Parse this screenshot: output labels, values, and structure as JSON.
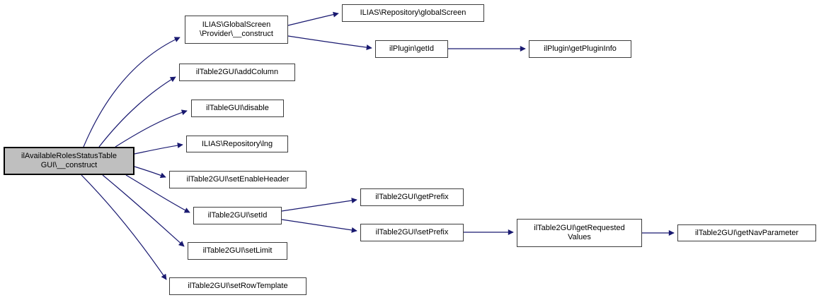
{
  "diagram": {
    "type": "call-graph",
    "colors": {
      "edge": "#191970",
      "node_fill": "#ffffff",
      "node_border": "#3d3d3d",
      "highlight_fill": "#bfbfbf",
      "highlight_border": "#000000",
      "text": "#000000"
    },
    "nodes": [
      {
        "id": "main",
        "label": "ilAvailableRolesStatusTable\nGUI\\__construct",
        "highlighted": true
      },
      {
        "id": "globalscreen-provider-construct",
        "label": "ILIAS\\GlobalScreen\n\\Provider\\__construct",
        "highlighted": false
      },
      {
        "id": "repository-globalscreen",
        "label": "ILIAS\\Repository\\globalScreen",
        "highlighted": false
      },
      {
        "id": "ilplugin-getid",
        "label": "ilPlugin\\getId",
        "highlighted": false
      },
      {
        "id": "ilplugin-getplugininfo",
        "label": "ilPlugin\\getPluginInfo",
        "highlighted": false
      },
      {
        "id": "iltable2gui-addcolumn",
        "label": "ilTable2GUI\\addColumn",
        "highlighted": false
      },
      {
        "id": "iltablegui-disable",
        "label": "ilTableGUI\\disable",
        "highlighted": false
      },
      {
        "id": "repository-lng",
        "label": "ILIAS\\Repository\\lng",
        "highlighted": false
      },
      {
        "id": "iltable2gui-setenableheader",
        "label": "ilTable2GUI\\setEnableHeader",
        "highlighted": false
      },
      {
        "id": "iltable2gui-setid",
        "label": "ilTable2GUI\\setId",
        "highlighted": false
      },
      {
        "id": "iltable2gui-getprefix",
        "label": "ilTable2GUI\\getPrefix",
        "highlighted": false
      },
      {
        "id": "iltable2gui-setprefix",
        "label": "ilTable2GUI\\setPrefix",
        "highlighted": false
      },
      {
        "id": "iltable2gui-getrequestedvalues",
        "label": "ilTable2GUI\\getRequested\nValues",
        "highlighted": false
      },
      {
        "id": "iltable2gui-getnavparameter",
        "label": "ilTable2GUI\\getNavParameter",
        "highlighted": false
      },
      {
        "id": "iltable2gui-setlimit",
        "label": "ilTable2GUI\\setLimit",
        "highlighted": false
      },
      {
        "id": "iltable2gui-setrowtemplate",
        "label": "ilTable2GUI\\setRowTemplate",
        "highlighted": false
      }
    ],
    "edges": [
      {
        "from": "main",
        "to": "globalscreen-provider-construct"
      },
      {
        "from": "main",
        "to": "iltable2gui-addcolumn"
      },
      {
        "from": "main",
        "to": "iltablegui-disable"
      },
      {
        "from": "main",
        "to": "repository-lng"
      },
      {
        "from": "main",
        "to": "iltable2gui-setenableheader"
      },
      {
        "from": "main",
        "to": "iltable2gui-setid"
      },
      {
        "from": "main",
        "to": "iltable2gui-setlimit"
      },
      {
        "from": "main",
        "to": "iltable2gui-setrowtemplate"
      },
      {
        "from": "globalscreen-provider-construct",
        "to": "repository-globalscreen"
      },
      {
        "from": "globalscreen-provider-construct",
        "to": "ilplugin-getid"
      },
      {
        "from": "ilplugin-getid",
        "to": "ilplugin-getplugininfo"
      },
      {
        "from": "iltable2gui-setid",
        "to": "iltable2gui-getprefix"
      },
      {
        "from": "iltable2gui-setid",
        "to": "iltable2gui-setprefix"
      },
      {
        "from": "iltable2gui-setprefix",
        "to": "iltable2gui-getrequestedvalues"
      },
      {
        "from": "iltable2gui-getrequestedvalues",
        "to": "iltable2gui-getnavparameter"
      }
    ]
  }
}
